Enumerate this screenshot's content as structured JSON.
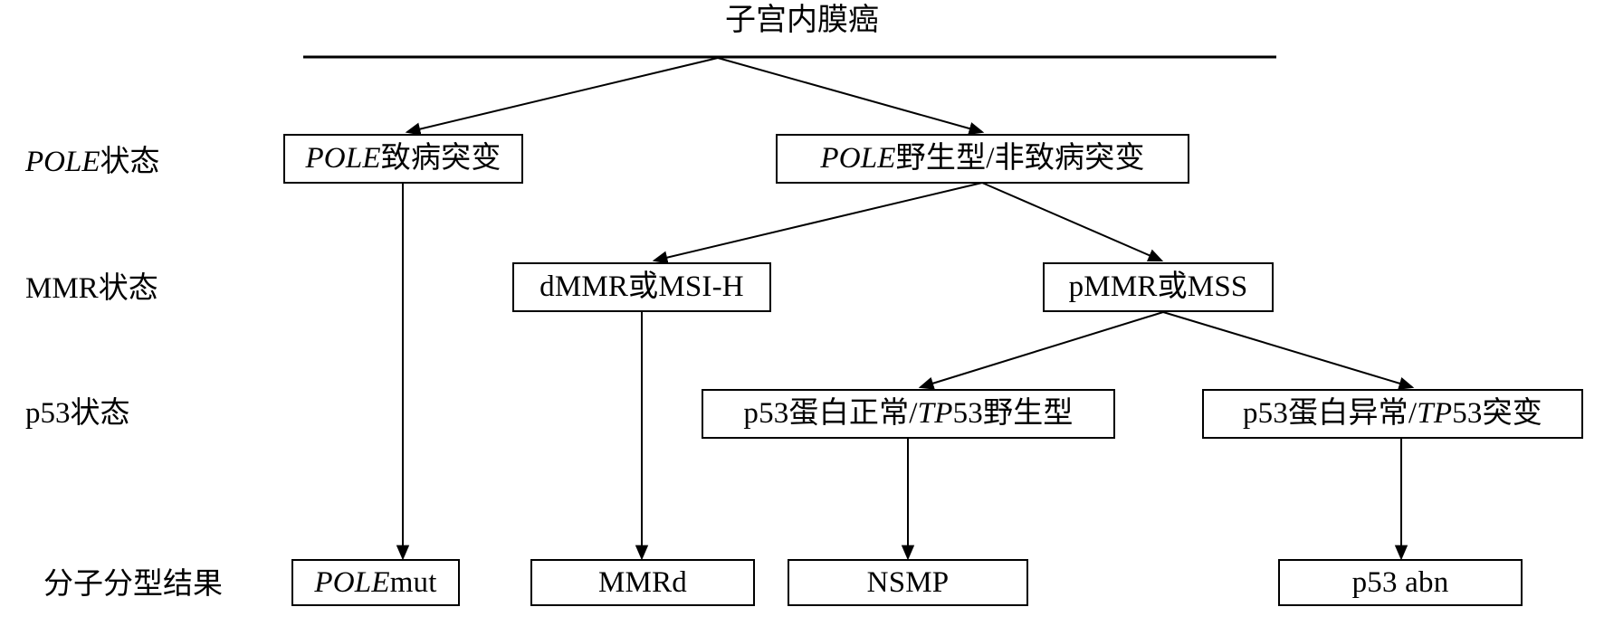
{
  "diagram": {
    "title": "子宫内膜癌",
    "type": "flowchart",
    "row_labels": [
      {
        "id": "pole-status",
        "prefix_italic": "POLE",
        "suffix": "状态",
        "full": "POLE状态"
      },
      {
        "id": "mmr-status",
        "prefix_italic": "",
        "suffix": "MMR状态",
        "full": "MMR状态"
      },
      {
        "id": "p53-status",
        "prefix_italic": "",
        "suffix": "p53状态",
        "full": "p53状态"
      },
      {
        "id": "molecular-subtype-result",
        "prefix_italic": "",
        "suffix": "分子分型结果",
        "full": "分子分型结果"
      }
    ],
    "nodes": [
      {
        "id": "pole-pathogenic",
        "italic": "POLE",
        "rest": "致病突变",
        "full": "POLE致病突变"
      },
      {
        "id": "pole-wildtype",
        "italic": "POLE",
        "rest": "野生型/非致病突变",
        "full": "POLE野生型/非致病突变"
      },
      {
        "id": "dmmr-msi-h",
        "italic": "",
        "rest": "dMMR或MSI-H",
        "full": "dMMR或MSI-H"
      },
      {
        "id": "pmmr-mss",
        "italic": "",
        "rest": "pMMR或MSS",
        "full": "pMMR或MSS"
      },
      {
        "id": "p53-normal",
        "pre": "p53蛋白正常/",
        "italic": "TP",
        "post": "53野生型",
        "full": "p53蛋白正常/TP53野生型"
      },
      {
        "id": "p53-abnormal",
        "pre": "p53蛋白异常/",
        "italic": "TP",
        "post": "53突变",
        "full": "p53蛋白异常/TP53突变"
      },
      {
        "id": "result-pole-mut",
        "italic": "POLE",
        "rest": " mut",
        "full": "POLE mut"
      },
      {
        "id": "result-mmrd",
        "italic": "",
        "rest": "MMRd",
        "full": "MMRd"
      },
      {
        "id": "result-nsmp",
        "italic": "",
        "rest": "NSMP",
        "full": "NSMP"
      },
      {
        "id": "result-p53-abn",
        "italic": "",
        "rest": "p53 abn",
        "full": "p53 abn"
      }
    ],
    "colors": {
      "line": "#000000",
      "box_border": "#000000",
      "background": "#ffffff",
      "text": "#000000"
    }
  }
}
